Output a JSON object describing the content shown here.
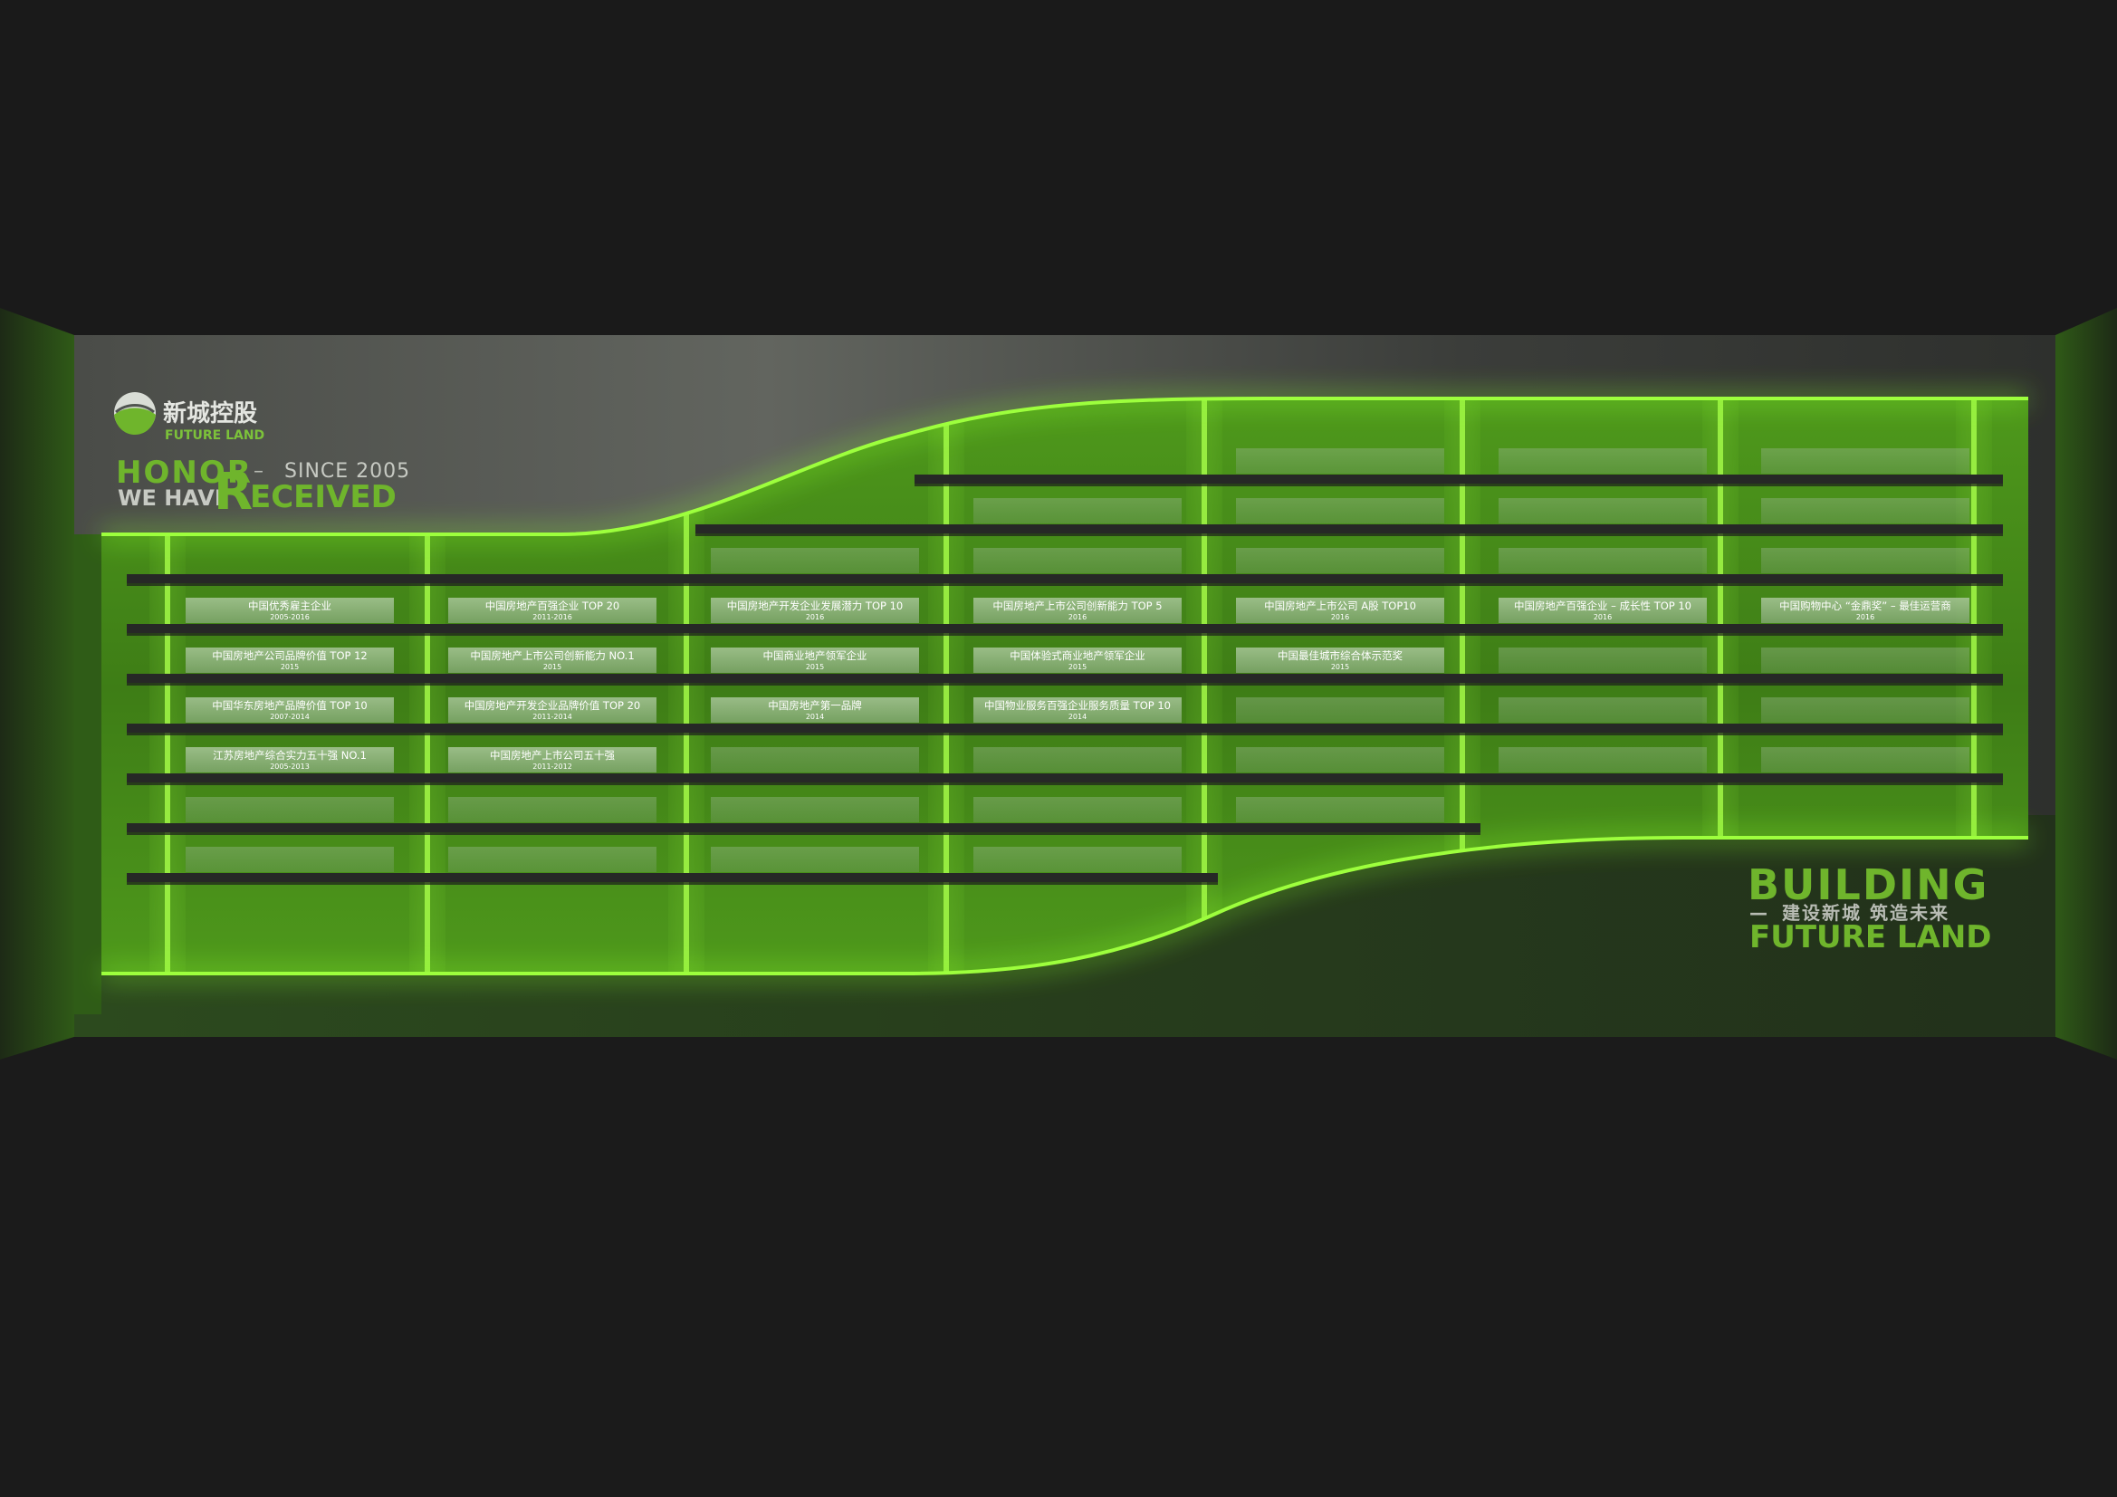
{
  "logo": {
    "cn": "新城控股",
    "en": "FUTURE LAND"
  },
  "honor": {
    "line1": "HONOR",
    "dash": "–",
    "since": "SINCE 2005",
    "line2": "WE HAVE",
    "received_big": "R",
    "received_rest": "ECEIVED"
  },
  "slogan": {
    "building": "BUILDING",
    "dash": "—",
    "cn": "建设新城  筑造未来",
    "future_land": "FUTURE LAND"
  },
  "colors": {
    "wall_top": "#5a5d58",
    "wall_green": "#3f7a1a",
    "glow": "#7dff1a",
    "brand_green": "#6fb52c",
    "background": "#1a1a1a",
    "shelf": "#2a2c2a"
  },
  "awards": [
    [
      {
        "title": "中国优秀雇主企业",
        "year": "2005-2016"
      },
      {
        "title": "中国房地产公司品牌价值 TOP 12",
        "year": "2015"
      },
      {
        "title": "中国华东房地产品牌价值 TOP 10",
        "year": "2007-2014"
      },
      {
        "title": "江苏房地产综合实力五十强 NO.1",
        "year": "2005-2013"
      }
    ],
    [
      {
        "title": "中国房地产百强企业 TOP 20",
        "year": "2011-2016"
      },
      {
        "title": "中国房地产上市公司创新能力 NO.1",
        "year": "2015"
      },
      {
        "title": "中国房地产开发企业品牌价值 TOP 20",
        "year": "2011-2014"
      },
      {
        "title": "中国房地产上市公司五十强",
        "year": "2011-2012"
      }
    ],
    [
      {
        "title": "中国房地产开发企业发展潜力 TOP 10",
        "year": "2016"
      },
      {
        "title": "中国商业地产领军企业",
        "year": "2015"
      },
      {
        "title": "中国房地产第一品牌",
        "year": "2014"
      }
    ],
    [
      {
        "title": "中国房地产上市公司创新能力 TOP 5",
        "year": "2016"
      },
      {
        "title": "中国体验式商业地产领军企业",
        "year": "2015"
      },
      {
        "title": "中国物业服务百强企业服务质量 TOP 10",
        "year": "2014"
      }
    ],
    [
      {
        "title": "中国房地产上市公司 A股 TOP10",
        "year": "2016"
      },
      {
        "title": "中国最佳城市综合体示范奖",
        "year": "2015"
      }
    ],
    [
      {
        "title": "中国房地产百强企业 – 成长性 TOP 10",
        "year": "2016"
      }
    ],
    [
      {
        "title": "中国购物中心 “金鼎奖” – 最佳运营商",
        "year": "2016"
      }
    ]
  ]
}
